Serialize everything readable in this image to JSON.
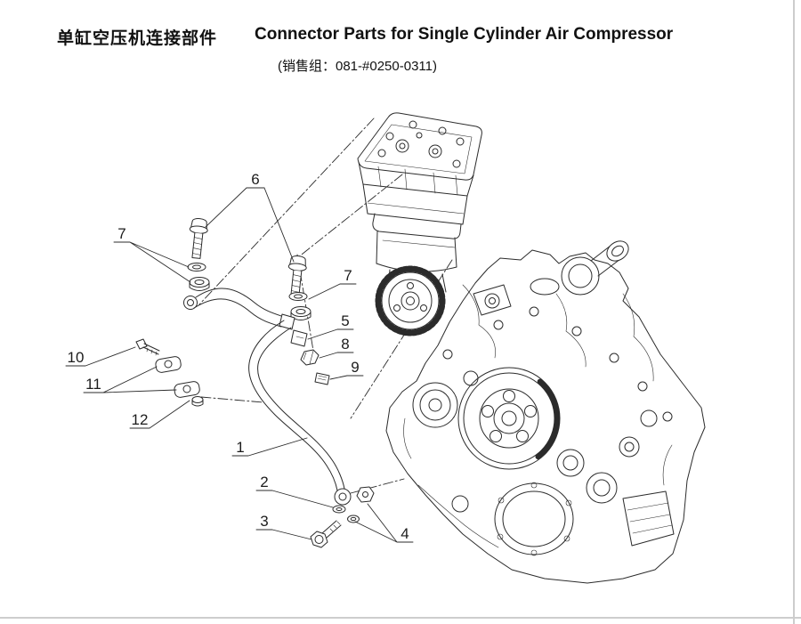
{
  "header": {
    "title_cn": "单缸空压机连接部件",
    "title_en": "Connector Parts for Single Cylinder Air Compressor",
    "subtitle": "(销售组：081-#0250-0311)"
  },
  "diagram": {
    "callouts": [
      {
        "label": "6"
      },
      {
        "label": "7"
      },
      {
        "label": "7"
      },
      {
        "label": "5"
      },
      {
        "label": "8"
      },
      {
        "label": "9"
      },
      {
        "label": "10"
      },
      {
        "label": "11"
      },
      {
        "label": "12"
      },
      {
        "label": "1"
      },
      {
        "label": "2"
      },
      {
        "label": "3"
      },
      {
        "label": "4"
      }
    ]
  }
}
